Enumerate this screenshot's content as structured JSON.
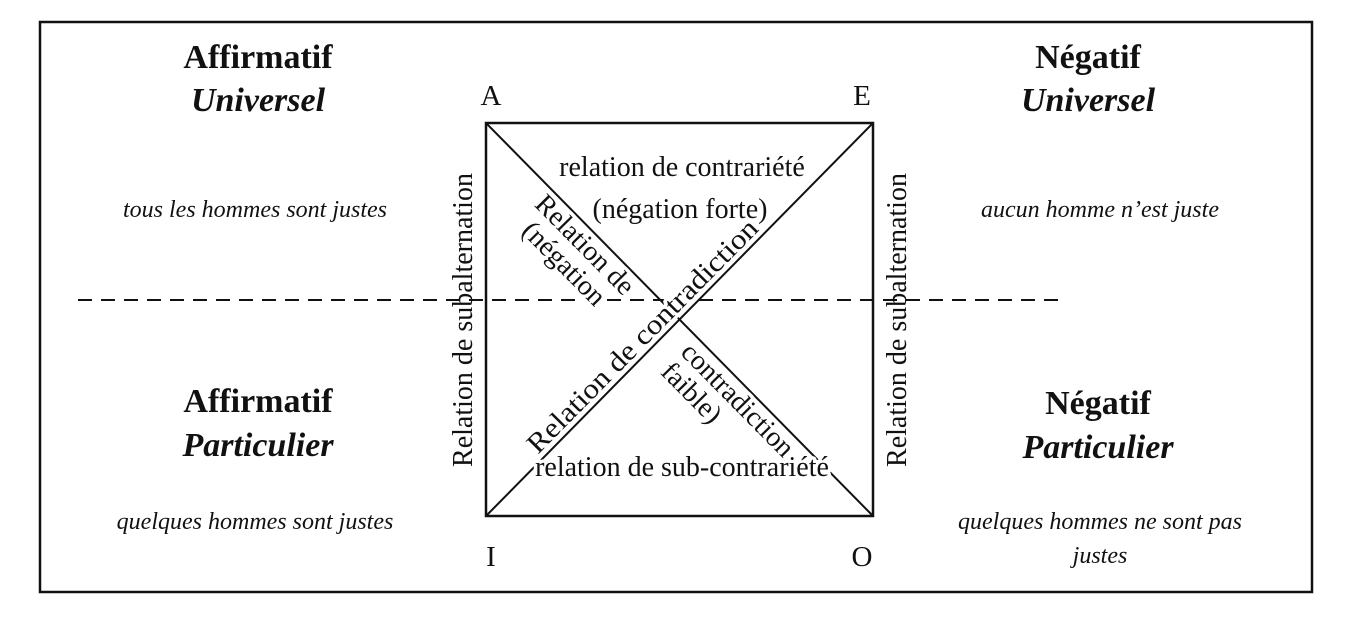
{
  "quadrants": {
    "top_left": {
      "title": "Affirmatif",
      "subtitle": "Universel",
      "example": "tous les hommes sont justes"
    },
    "top_right": {
      "title": "Négatif",
      "subtitle": "Universel",
      "example": "aucun homme n’est juste"
    },
    "bottom_left": {
      "title": "Affirmatif",
      "subtitle": "Particulier",
      "example": "quelques hommes sont justes"
    },
    "bottom_right": {
      "title": "Négatif",
      "subtitle": "Particulier",
      "example_line1": "quelques hommes ne sont pas",
      "example_line2": "justes"
    }
  },
  "corners": {
    "a": "A",
    "e": "E",
    "i": "I",
    "o": "O"
  },
  "relations": {
    "contrariety_line1": "relation de contrariété",
    "contrariety_line2": "(négation forte)",
    "subcontrariety": "relation de sub-contrariété",
    "subalternation_left": "Relation de subalternation",
    "subalternation_right": "Relation de subalternation",
    "contradiction_ie": "Relation de contradiction",
    "contradiction_ao_part1": "Relation de",
    "contradiction_ao_part2": "contradiction",
    "contradiction_ao_part3": "(négation",
    "contradiction_ao_part4": "faible)"
  }
}
